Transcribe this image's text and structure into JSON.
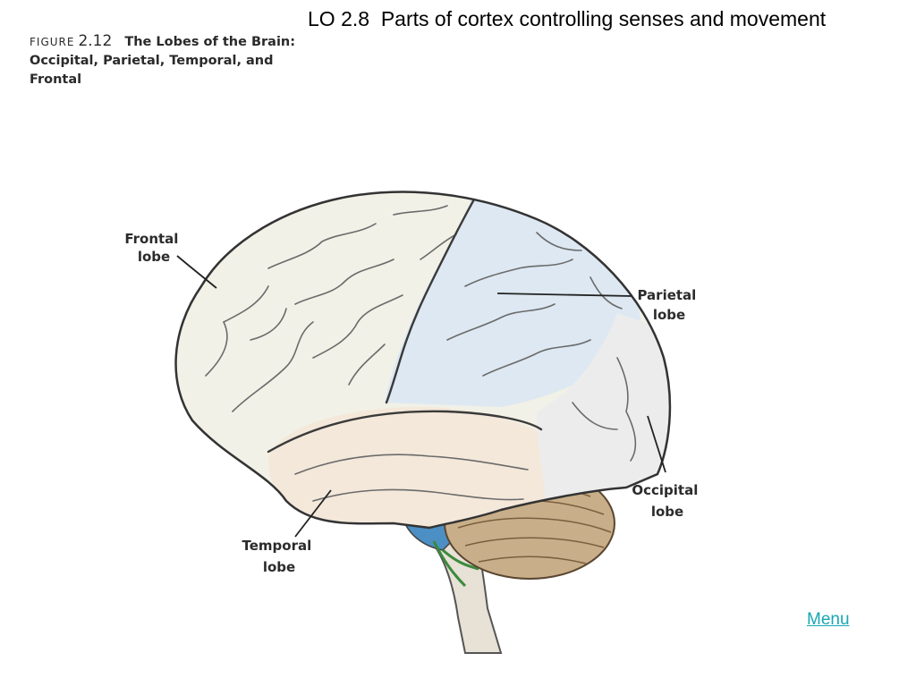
{
  "slide": {
    "title": "LO 2.8  Parts of cortex controlling senses and movement"
  },
  "figure": {
    "word": "FIGURE",
    "number": "2.12",
    "title": "The Lobes of the Brain: Occipital, Parietal, Temporal, and Frontal"
  },
  "labels": {
    "frontal": [
      "Frontal",
      "lobe"
    ],
    "parietal": [
      "Parietal",
      "lobe"
    ],
    "occipital": [
      "Occipital",
      "lobe"
    ],
    "temporal": [
      "Temporal",
      "lobe"
    ]
  },
  "colors": {
    "frontal": "#f1f1e7",
    "parietal": "#dde8f2",
    "occipital": "#ececec",
    "temporal": "#f3e8da",
    "cerebellum": "#c8ae89",
    "brainstem_blue": "#4b8fc4",
    "nerve_green": "#3b8a3b",
    "link": "#18a7b5"
  },
  "nav": {
    "menu_label": "Menu"
  }
}
